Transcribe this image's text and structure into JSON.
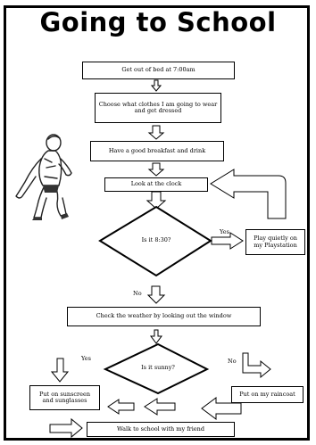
{
  "title": "Going to School",
  "steps": {
    "get_out_of_bed": "Get out of bed at 7:00am",
    "choose_clothes": "Choose what clothes I am going to wear and get dressed",
    "have_breakfast": "Have a good breakfast and drink",
    "look_at_clock": "Look at the clock",
    "is_it_time_question": "Is it 8:30?",
    "play_quietly": "Play quietly on my Playstation",
    "check_weather": "Check the weather by looking out the window",
    "is_it_sunny_question": "Is it sunny?",
    "put_on_raincoat": "Put on my raincoat",
    "sunscreen": "Put on sunscreen and sunglasses",
    "walk_to_school": "Walk to school with my friend"
  },
  "branch_labels": {
    "time_no": "No",
    "time_yes": "Yes",
    "sunny_yes": "Yes",
    "sunny_no": "No"
  },
  "illustration": "child-figure"
}
